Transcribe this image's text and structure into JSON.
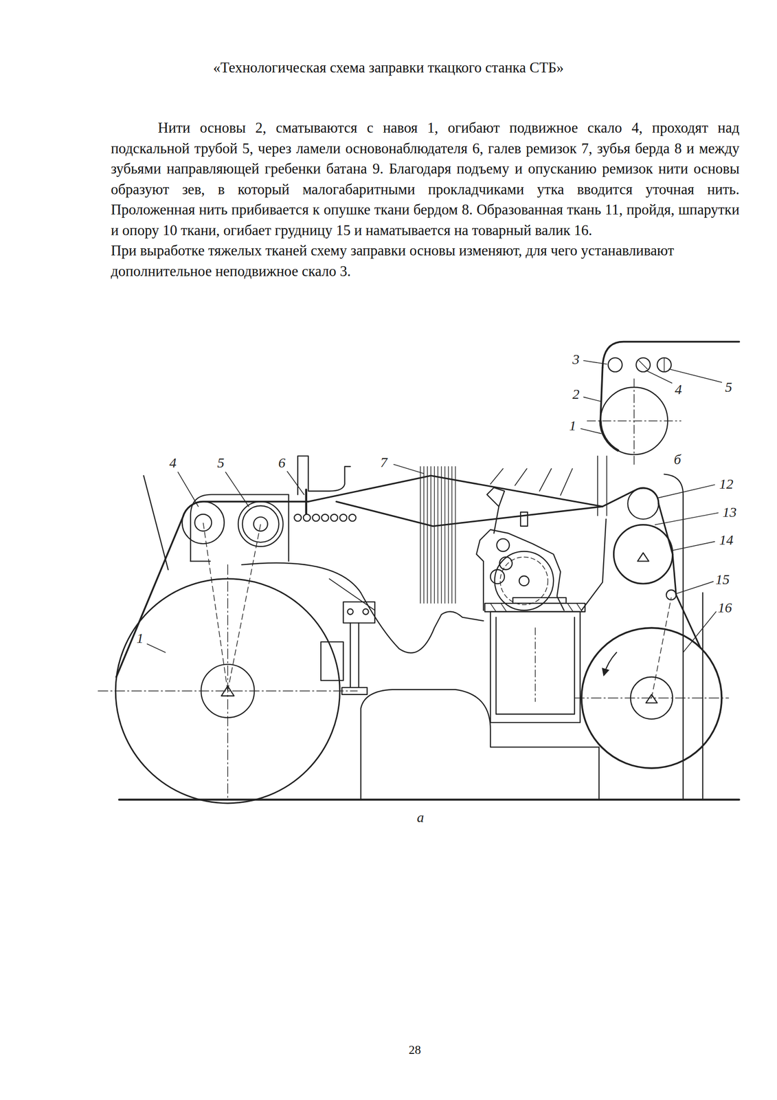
{
  "diagram": {
    "title": "«Технологическая схема заправки ткацкого станка СТБ»",
    "labels": [
      "Нити основы 2, сматываются с навоя 1, огибают подвижное скало 4, проходят над подскальной трубой 5, через ламели основонаблюдателя 6, галев ремизок 7, зубья берда 8 и между зубьями направляющей гребенки батана 9. Благодаря подъему и опусканию ремизок нити основы образуют зев, в который малогабаритными прокладчиками утка вводится уточная нить. Проложенная нить прибивается к опушке ткани бердом 8. Образованная ткань 11, пройдя, шпарутки и опору 10 ткани, огибает грудницу 15 и наматывается на товарный валик 16.",
      "При выработке тяжелых тканей схему заправки основы изменяют, для чего устанавливают дополнительное неподвижное скало 3.",
      "3",
      "2",
      "1",
      "4",
      "5",
      "б",
      "4",
      "5",
      "6",
      "7",
      "12",
      "13",
      "14",
      "15",
      "16",
      "1",
      "а",
      "28"
    ]
  }
}
